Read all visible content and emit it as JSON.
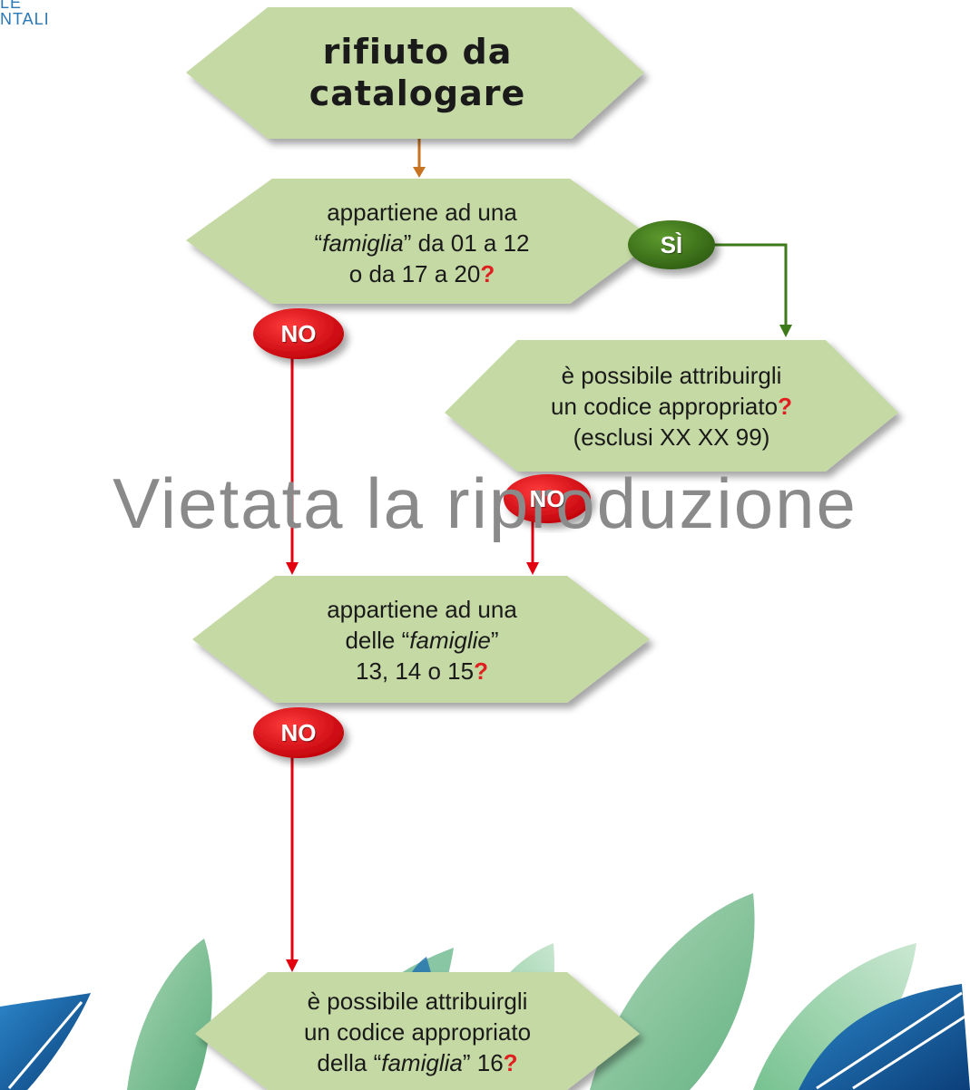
{
  "logo": {
    "line1": "LE",
    "line2": "NTALI"
  },
  "watermark": "Vietata la riproduzione",
  "nodes": {
    "start": {
      "line1": "rifiuto da",
      "line2": "catalogare"
    },
    "q1": {
      "pre1": "appartiene ad una",
      "open_quote": "“",
      "italic": "famiglia",
      "close_quote": "”",
      "rest2": " da 01 a 12",
      "line3": "o da 17 a 20",
      "qmark": "?"
    },
    "q2": {
      "line1": "è possibile attribuirgli",
      "line2": "un codice appropriato",
      "qmark": "?",
      "line3": "(esclusi XX XX 99)"
    },
    "q3": {
      "line1": "appartiene ad una",
      "pre2": "delle ",
      "open_quote": "“",
      "italic": "famiglie",
      "close_quote": "”",
      "line3": "13, 14 o 15",
      "qmark": "?"
    },
    "q4": {
      "line1": "è possibile attribuirgli",
      "line2": "un codice appropriato",
      "pre3": "della ",
      "open_quote": "“",
      "italic": "famiglia",
      "close_quote": "”",
      "rest3": " 16",
      "qmark": "?"
    }
  },
  "badges": {
    "si": "SÌ",
    "no1": "NO",
    "no2": "NO",
    "no3": "NO"
  },
  "colors": {
    "hexagon": "#c5d9a4",
    "yes": "#3f7a1a",
    "no": "#e3000f",
    "arrow_start": "#c87320"
  }
}
